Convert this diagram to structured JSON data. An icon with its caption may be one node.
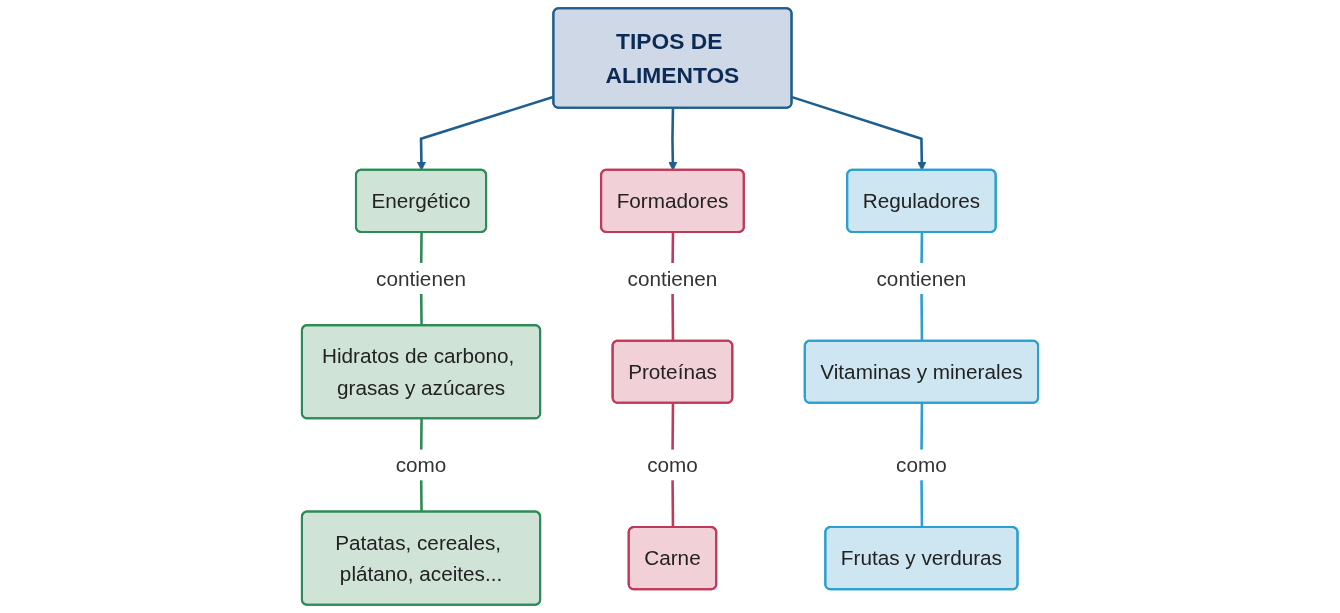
{
  "diagram": {
    "nodes": [
      {
        "text": [
          "TIPOS DE ALIMENTOS"
        ]
      },
      {
        "text": [
          "Energético"
        ]
      },
      {
        "text": [
          "Formadores"
        ]
      },
      {
        "text": [
          "Reguladores"
        ]
      },
      {
        "text": [
          "Hidratos de carbono, grasas y azúcares"
        ]
      },
      {
        "text": [
          "Proteínas"
        ]
      },
      {
        "text": [
          "Vitaminas y minerales"
        ]
      },
      {
        "text": [
          "Patatas, cereales, plátano, aceites..."
        ]
      },
      {
        "text": [
          "Carne"
        ]
      },
      {
        "text": [
          "Frutas y verduras"
        ]
      }
    ],
    "edges": [
      {
        "from": 0,
        "to": 1,
        "arrow": "to",
        "color": "#1f5f8f"
      },
      {
        "from": 0,
        "to": 2,
        "arrow": "to",
        "color": "#1f5f8f"
      },
      {
        "from": 0,
        "to": 3,
        "arrow": "to",
        "color": "#1f5f8f"
      },
      {
        "from": 1,
        "to": 4,
        "arrow": "none",
        "label": "contienen",
        "color": "#2e8b57"
      },
      {
        "from": 4,
        "to": 7,
        "arrow": "none",
        "label": "como",
        "color": "#2e8b57"
      },
      {
        "from": 2,
        "to": 5,
        "arrow": "none",
        "label": "contienen",
        "color": "#c0395a"
      },
      {
        "from": 5,
        "to": 8,
        "arrow": "none",
        "label": "como",
        "color": "#c0395a"
      },
      {
        "from": 3,
        "to": 6,
        "arrow": "none",
        "label": "contienen",
        "color": "#2a9fd0"
      },
      {
        "from": 6,
        "to": 9,
        "arrow": "none",
        "label": "como",
        "color": "#2a9fd0"
      }
    ]
  }
}
